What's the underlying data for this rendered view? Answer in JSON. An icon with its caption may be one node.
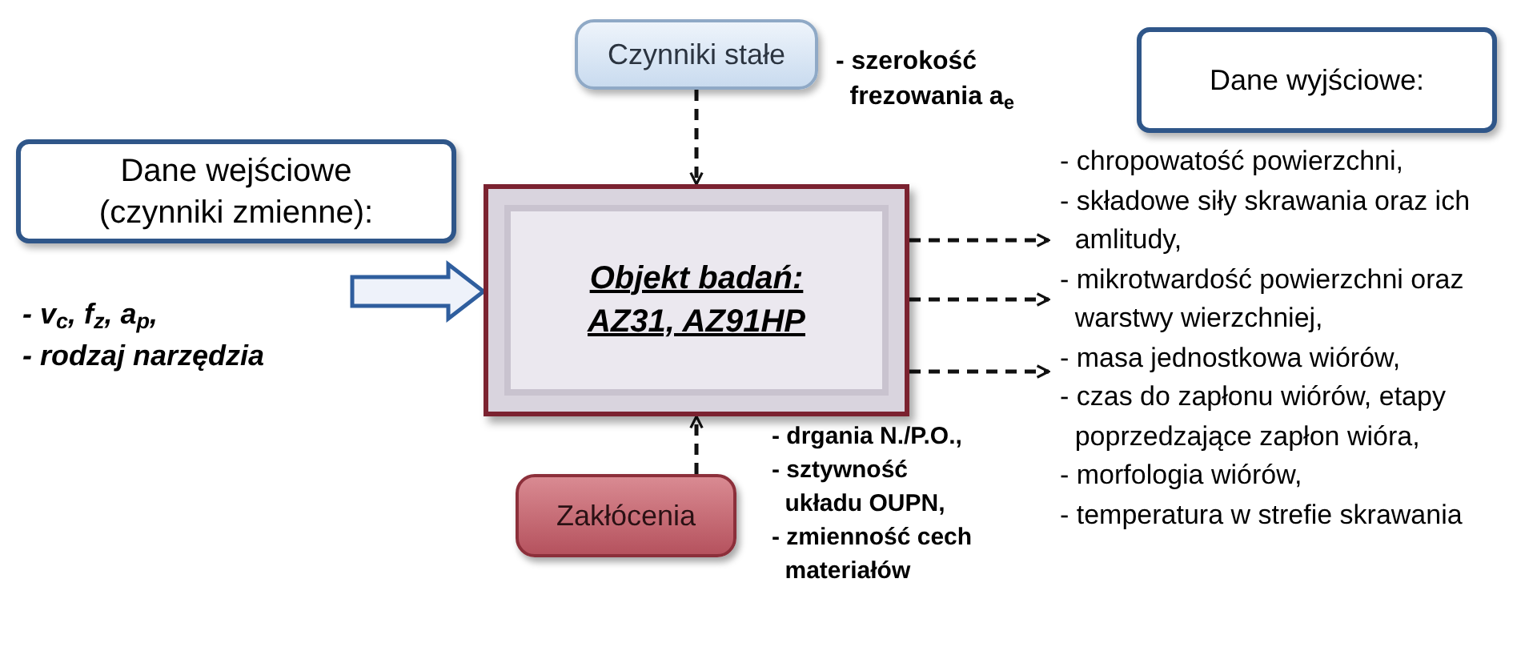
{
  "diagram": {
    "nodes": [
      {
        "text": [
          "Dane wejściowe (czynniki zmienne):"
        ],
        "beside": [
          "- v$_{c}$, f$_{z}$, a$_{p}$,",
          "- rodzaj narzędzia"
        ]
      },
      {
        "text": [
          "Objekt badań: AZ31, AZ91HP"
        ]
      },
      {
        "text": [
          "Czynniki stałe"
        ],
        "beside": [
          "- szerokość frezowania a$_{e}$"
        ]
      },
      {
        "text": [
          "Zakłócenia"
        ],
        "beside": [
          "- drgania N./P.O.,",
          "- sztywność układu OUPN,",
          "- zmienność cech materiałów"
        ]
      },
      {
        "text": [
          "Dane wyjściowe:"
        ],
        "beside": [
          "- chropowatość powierzchni,",
          "- składowe siły skrawania oraz ich amlitudy,",
          "- mikrotwardość powierzchni oraz warstwy wierzchniej,",
          "- masa jednostkowa wiórów,",
          "- czas do zapłonu wiórów, etapy poprzedzające zapłon wióra,",
          "- morfologia wiórów,",
          "- temperatura w strefie skrawania"
        ]
      }
    ],
    "edges": [
      {
        "from": 2,
        "to": 1,
        "arrow": "to",
        "style": "dashed"
      },
      {
        "from": 3,
        "to": 1,
        "arrow": "to",
        "style": "dashed"
      },
      {
        "from": null,
        "to": 1,
        "arrow": "to",
        "style": "thick",
        "color": "#2f5e9e"
      },
      {
        "from": 1,
        "to": 4,
        "arrow": "to",
        "style": "dashed"
      },
      {
        "from": 1,
        "to": 4,
        "arrow": "to",
        "style": "dashed"
      },
      {
        "from": 1,
        "to": 4,
        "arrow": "to",
        "style": "dashed"
      }
    ]
  }
}
